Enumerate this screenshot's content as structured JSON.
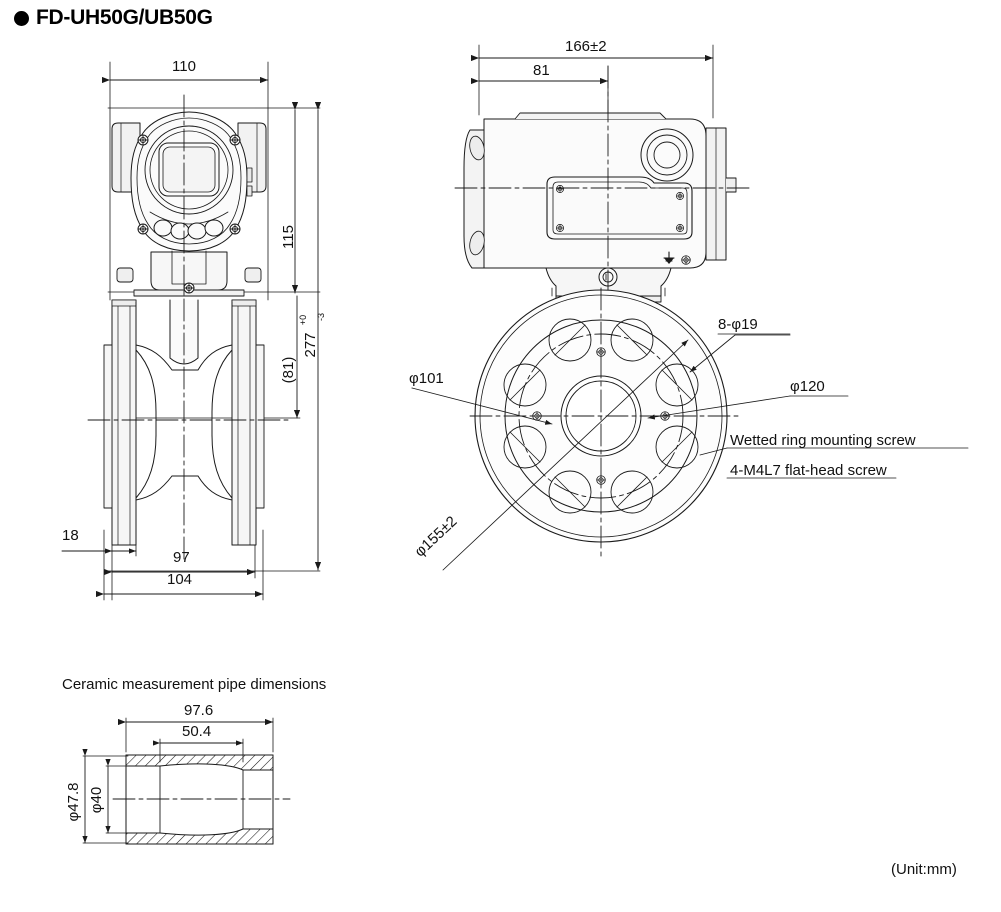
{
  "header": {
    "bullet_icon": "filled-circle-bullet",
    "title": "FD-UH50G/UB50G"
  },
  "front_view": {
    "name": "front elevation",
    "dimensions": {
      "width_110": "110",
      "height_115": "115",
      "overall_277": "277",
      "overall_277_tol_upper": "+0",
      "overall_277_tol_lower": "-3",
      "center_81": "(81)",
      "flange_thk_18": "18",
      "body_97": "97",
      "flange_104": "104"
    }
  },
  "side_view": {
    "name": "side elevation",
    "dimensions": {
      "overall_166": "166±2",
      "offset_81": "81"
    }
  },
  "flange_view": {
    "name": "flange face view",
    "dimensions": {
      "bolt_holes": "8-φ19",
      "bolt_circle_120": "φ120",
      "inner_101": "φ101",
      "outer_155": "φ155±2"
    },
    "notes": [
      "Wetted ring mounting screw",
      "4-M4L7 flat-head screw"
    ]
  },
  "ceramic_pipe_view": {
    "title": "Ceramic measurement pipe dimensions",
    "dimensions": {
      "length_976": "97.6",
      "inner_length_504": "50.4",
      "outer_dia_478": "φ47.8",
      "inner_dia_40": "φ40"
    }
  },
  "footer": {
    "unit_note": "(Unit:mm)"
  },
  "colors": {
    "line": "#1a1a1a",
    "text": "#111111",
    "fill_light": "#fdfdfd",
    "fill_shade": "#f0f0f0"
  }
}
